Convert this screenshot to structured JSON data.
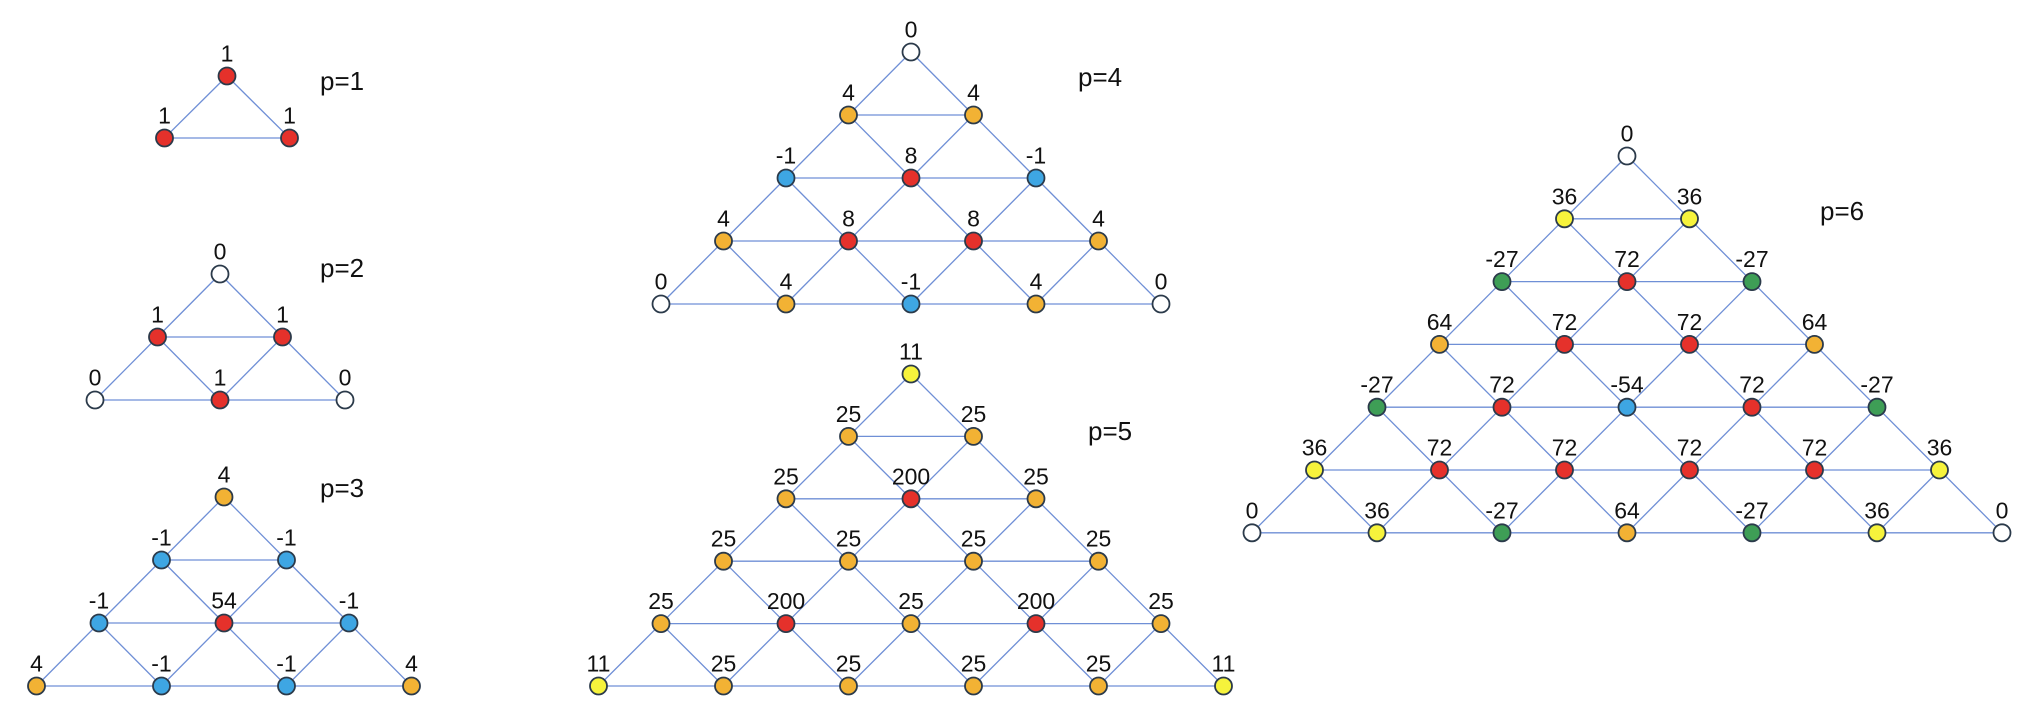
{
  "colors": {
    "white": "#ffffff",
    "red": "#e5312b",
    "orange": "#f2b234",
    "blue": "#3ea6e3",
    "yellow": "#f6f33c",
    "green": "#3e9e56",
    "edge": "#6f8fd6",
    "outline": "#2b3a4a"
  },
  "triangles": [
    {
      "id": "p1",
      "title": "p=1",
      "rows": [
        [
          {
            "v": "1",
            "c": "red"
          }
        ],
        [
          {
            "v": "1",
            "c": "red"
          },
          {
            "v": "1",
            "c": "red"
          }
        ]
      ]
    },
    {
      "id": "p2",
      "title": "p=2",
      "rows": [
        [
          {
            "v": "0",
            "c": "white"
          }
        ],
        [
          {
            "v": "1",
            "c": "red"
          },
          {
            "v": "1",
            "c": "red"
          }
        ],
        [
          {
            "v": "0",
            "c": "white"
          },
          {
            "v": "1",
            "c": "red"
          },
          {
            "v": "0",
            "c": "white"
          }
        ]
      ]
    },
    {
      "id": "p3",
      "title": "p=3",
      "rows": [
        [
          {
            "v": "4",
            "c": "orange"
          }
        ],
        [
          {
            "v": "-1",
            "c": "blue"
          },
          {
            "v": "-1",
            "c": "blue"
          }
        ],
        [
          {
            "v": "-1",
            "c": "blue"
          },
          {
            "v": "54",
            "c": "red"
          },
          {
            "v": "-1",
            "c": "blue"
          }
        ],
        [
          {
            "v": "4",
            "c": "orange"
          },
          {
            "v": "-1",
            "c": "blue"
          },
          {
            "v": "-1",
            "c": "blue"
          },
          {
            "v": "4",
            "c": "orange"
          }
        ]
      ]
    },
    {
      "id": "p4",
      "title": "p=4",
      "rows": [
        [
          {
            "v": "0",
            "c": "white"
          }
        ],
        [
          {
            "v": "4",
            "c": "orange"
          },
          {
            "v": "4",
            "c": "orange"
          }
        ],
        [
          {
            "v": "-1",
            "c": "blue"
          },
          {
            "v": "8",
            "c": "red"
          },
          {
            "v": "-1",
            "c": "blue"
          }
        ],
        [
          {
            "v": "4",
            "c": "orange"
          },
          {
            "v": "8",
            "c": "red"
          },
          {
            "v": "8",
            "c": "red"
          },
          {
            "v": "4",
            "c": "orange"
          }
        ],
        [
          {
            "v": "0",
            "c": "white"
          },
          {
            "v": "4",
            "c": "orange"
          },
          {
            "v": "-1",
            "c": "blue"
          },
          {
            "v": "4",
            "c": "orange"
          },
          {
            "v": "0",
            "c": "white"
          }
        ]
      ]
    },
    {
      "id": "p5",
      "title": "p=5",
      "rows": [
        [
          {
            "v": "11",
            "c": "yellow"
          }
        ],
        [
          {
            "v": "25",
            "c": "orange"
          },
          {
            "v": "25",
            "c": "orange"
          }
        ],
        [
          {
            "v": "25",
            "c": "orange"
          },
          {
            "v": "200",
            "c": "red"
          },
          {
            "v": "25",
            "c": "orange"
          }
        ],
        [
          {
            "v": "25",
            "c": "orange"
          },
          {
            "v": "25",
            "c": "orange"
          },
          {
            "v": "25",
            "c": "orange"
          },
          {
            "v": "25",
            "c": "orange"
          }
        ],
        [
          {
            "v": "25",
            "c": "orange"
          },
          {
            "v": "200",
            "c": "red"
          },
          {
            "v": "25",
            "c": "orange"
          },
          {
            "v": "200",
            "c": "red"
          },
          {
            "v": "25",
            "c": "orange"
          }
        ],
        [
          {
            "v": "11",
            "c": "yellow"
          },
          {
            "v": "25",
            "c": "orange"
          },
          {
            "v": "25",
            "c": "orange"
          },
          {
            "v": "25",
            "c": "orange"
          },
          {
            "v": "25",
            "c": "orange"
          },
          {
            "v": "11",
            "c": "yellow"
          }
        ]
      ]
    },
    {
      "id": "p6",
      "title": "p=6",
      "rows": [
        [
          {
            "v": "0",
            "c": "white"
          }
        ],
        [
          {
            "v": "36",
            "c": "yellow"
          },
          {
            "v": "36",
            "c": "yellow"
          }
        ],
        [
          {
            "v": "-27",
            "c": "green"
          },
          {
            "v": "72",
            "c": "red"
          },
          {
            "v": "-27",
            "c": "green"
          }
        ],
        [
          {
            "v": "64",
            "c": "orange"
          },
          {
            "v": "72",
            "c": "red"
          },
          {
            "v": "72",
            "c": "red"
          },
          {
            "v": "64",
            "c": "orange"
          }
        ],
        [
          {
            "v": "-27",
            "c": "green"
          },
          {
            "v": "72",
            "c": "red"
          },
          {
            "v": "-54",
            "c": "blue"
          },
          {
            "v": "72",
            "c": "red"
          },
          {
            "v": "-27",
            "c": "green"
          }
        ],
        [
          {
            "v": "36",
            "c": "yellow"
          },
          {
            "v": "72",
            "c": "red"
          },
          {
            "v": "72",
            "c": "red"
          },
          {
            "v": "72",
            "c": "red"
          },
          {
            "v": "72",
            "c": "red"
          },
          {
            "v": "36",
            "c": "yellow"
          }
        ],
        [
          {
            "v": "0",
            "c": "white"
          },
          {
            "v": "36",
            "c": "yellow"
          },
          {
            "v": "-27",
            "c": "green"
          },
          {
            "v": "64",
            "c": "orange"
          },
          {
            "v": "-27",
            "c": "green"
          },
          {
            "v": "36",
            "c": "yellow"
          },
          {
            "v": "0",
            "c": "white"
          }
        ]
      ]
    }
  ]
}
